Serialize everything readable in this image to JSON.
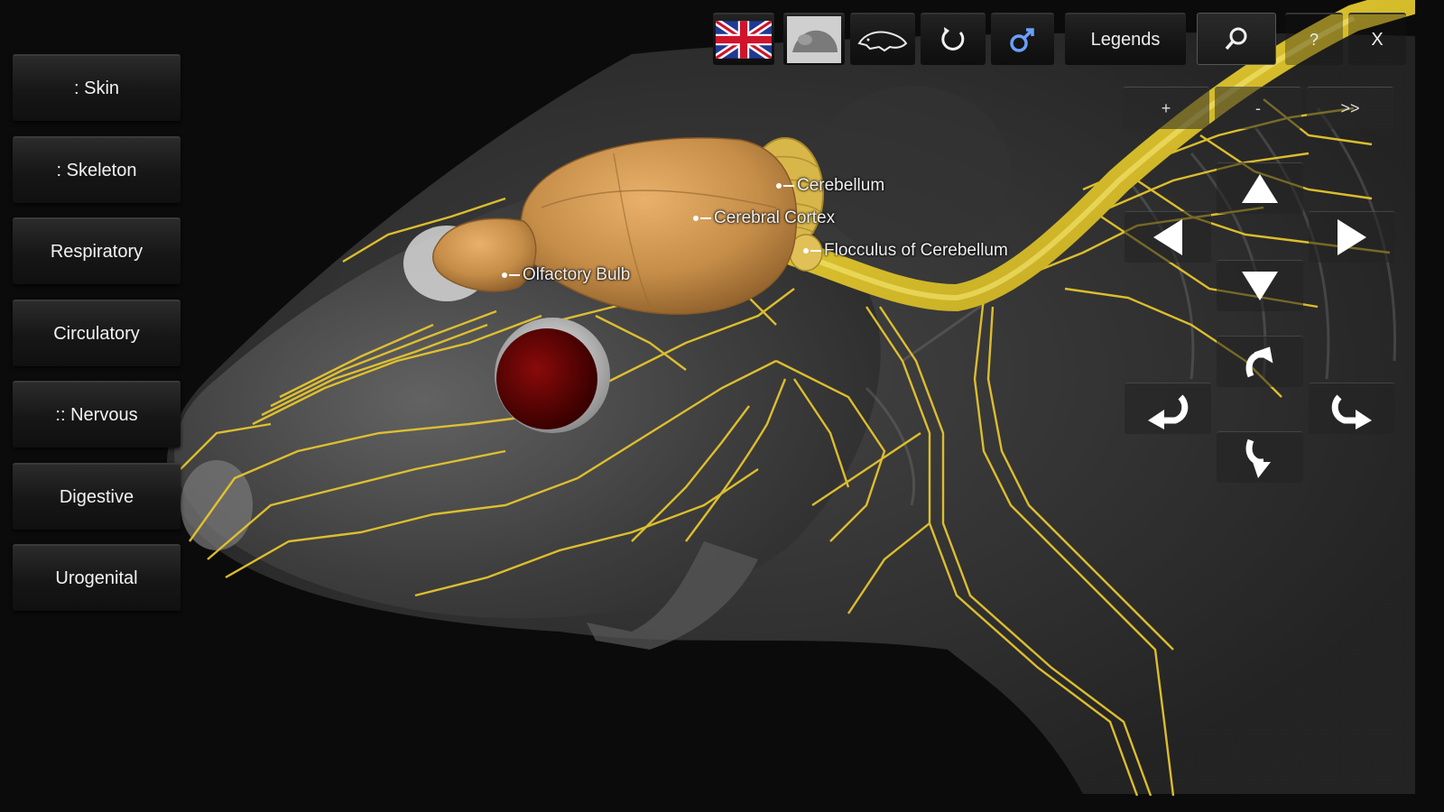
{
  "sidebar": {
    "items": [
      {
        "label": ": Skin"
      },
      {
        "label": ": Skeleton"
      },
      {
        "label": "Respiratory"
      },
      {
        "label": "Circulatory"
      },
      {
        "label": ":: Nervous"
      },
      {
        "label": "Digestive"
      },
      {
        "label": "Urogenital"
      }
    ]
  },
  "toolbar": {
    "language_icon": "uk-flag-icon",
    "view_icon": "rat-thumbnail-icon",
    "model_icon": "rat-outline-icon",
    "reset_icon": "rotate-reset-icon",
    "sex_icon": "male-symbol-icon",
    "legends_label": "Legends",
    "search_icon": "search-icon",
    "help_label": "?",
    "close_label": "X"
  },
  "zoom": {
    "in_label": "+",
    "out_label": "-",
    "next_label": ">>"
  },
  "nav": {
    "up_icon": "arrow-up-icon",
    "left_icon": "arrow-left-icon",
    "right_icon": "arrow-right-icon",
    "down_icon": "arrow-down-icon",
    "rotate_up_icon": "rotate-up-icon",
    "rotate_left_icon": "rotate-left-icon",
    "rotate_right_icon": "rotate-right-icon",
    "rotate_down_icon": "rotate-down-icon"
  },
  "labels": {
    "cerebellum": "Cerebellum",
    "cerebral_cortex": "Cerebral Cortex",
    "flocculus": "Flocculus of Cerebellum",
    "olfactory_bulb": "Olfactory Bulb"
  },
  "colors": {
    "nerve": "#e6c52e",
    "brain": "#c9924a",
    "eye": "#6a0000",
    "background": "#0b0b0b"
  }
}
